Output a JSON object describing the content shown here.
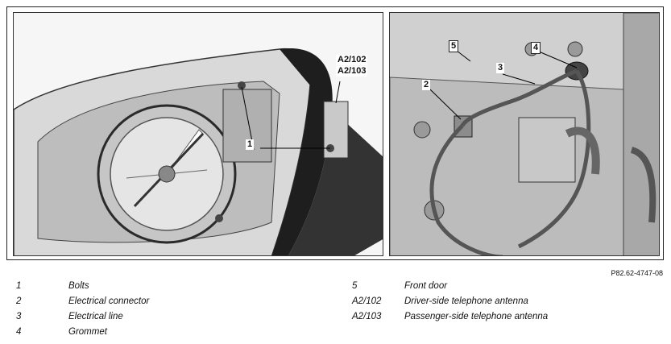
{
  "diagram": {
    "callouts": {
      "bolts": "1",
      "connector": "2",
      "line": "3",
      "grommet": "4",
      "door": "5",
      "antenna_driver": "A2/102",
      "antenna_passenger": "A2/103"
    },
    "figure_ref": "P82.62-4747-08"
  },
  "legend": {
    "left": [
      {
        "num": "1",
        "text": "Bolts"
      },
      {
        "num": "2",
        "text": "Electrical connector"
      },
      {
        "num": "3",
        "text": "Electrical line"
      },
      {
        "num": "4",
        "text": "Grommet"
      }
    ],
    "right": [
      {
        "num": "5",
        "text": "Front door"
      },
      {
        "num": "A2/102",
        "text": "Driver-side telephone antenna"
      },
      {
        "num": "A2/103",
        "text": "Passenger-side telephone antenna"
      }
    ]
  }
}
